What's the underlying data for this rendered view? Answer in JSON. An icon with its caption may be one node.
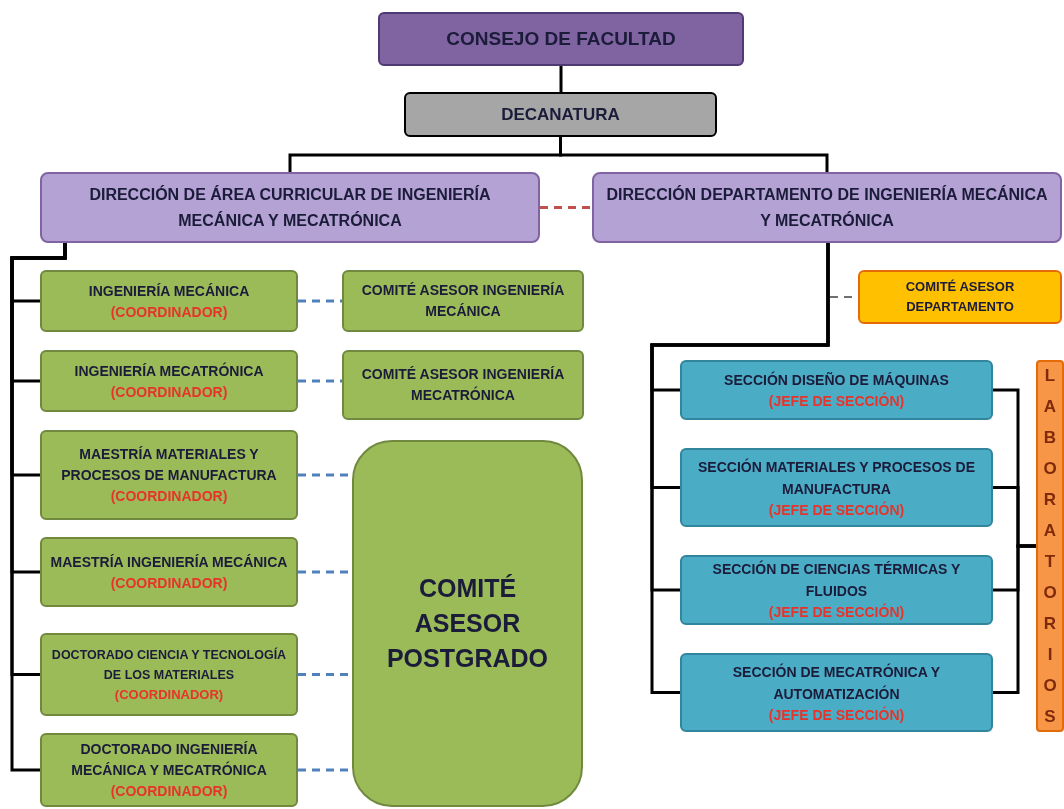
{
  "diagram": {
    "nodes": [
      {
        "text": [
          "CONSEJO DE FACULTAD"
        ]
      },
      {
        "text": [
          "DECANATURA"
        ]
      },
      {
        "text": [
          "DIRECCIÓN DE ÁREA CURRICULAR DE INGENIERÍA MECÁNICA Y MECATRÓNICA"
        ]
      },
      {
        "text": [
          "DIRECCIÓN DEPARTAMENTO DE INGENIERÍA MECÁNICA Y MECATRÓNICA"
        ]
      },
      {
        "text": [
          "INGENIERÍA MECÁNICA",
          "(COORDINADOR)"
        ]
      },
      {
        "text": [
          "COMITÉ ASESOR INGENIERÍA MECÁNICA"
        ]
      },
      {
        "text": [
          "INGENIERÍA MECATRÓNICA",
          "(COORDINADOR)"
        ]
      },
      {
        "text": [
          "COMITÉ ASESOR INGENIERÍA MECATRÓNICA"
        ]
      },
      {
        "text": [
          "MAESTRÍA MATERIALES Y PROCESOS DE MANUFACTURA",
          "(COORDINADOR)"
        ]
      },
      {
        "text": [
          "MAESTRÍA INGENIERÍA MECÁNICA",
          "(COORDINADOR)"
        ]
      },
      {
        "text": [
          "DOCTORADO CIENCIA Y TECNOLOGÍA DE LOS MATERIALES",
          "(COORDINADOR)"
        ]
      },
      {
        "text": [
          "DOCTORADO INGENIERÍA MECÁNICA Y MECATRÓNICA",
          "(COORDINADOR)"
        ]
      },
      {
        "text": [
          "COMITÉ ASESOR POSTGRADO"
        ]
      },
      {
        "text": [
          "COMITÉ ASESOR DEPARTAMENTO"
        ]
      },
      {
        "text": [
          "SECCIÓN DISEÑO DE MÁQUINAS",
          "(JEFE DE SECCIÓN)"
        ]
      },
      {
        "text": [
          "SECCIÓN MATERIALES Y PROCESOS DE MANUFACTURA",
          "(JEFE DE SECCIÓN)"
        ]
      },
      {
        "text": [
          "SECCIÓN DE CIENCIAS TÉRMICAS Y FLUIDOS",
          "(JEFE DE SECCIÓN)"
        ]
      },
      {
        "text": [
          "SECCIÓN DE MECATRÓNICA Y AUTOMATIZACIÓN",
          "(JEFE DE SECCIÓN)"
        ]
      },
      {
        "text": [
          "LABORATORIOS"
        ]
      }
    ],
    "edges": [
      {
        "from": 0,
        "to": 1,
        "arrow": "none"
      },
      {
        "from": 1,
        "to": 2,
        "arrow": "none"
      },
      {
        "from": 1,
        "to": 3,
        "arrow": "none"
      },
      {
        "from": 2,
        "to": 3,
        "arrow": "none",
        "style": "dashed",
        "color": "#c0504d"
      },
      {
        "from": 2,
        "to": 4,
        "arrow": "none"
      },
      {
        "from": 2,
        "to": 6,
        "arrow": "none"
      },
      {
        "from": 2,
        "to": 8,
        "arrow": "none"
      },
      {
        "from": 2,
        "to": 9,
        "arrow": "none"
      },
      {
        "from": 2,
        "to": 10,
        "arrow": "none"
      },
      {
        "from": 2,
        "to": 11,
        "arrow": "none"
      },
      {
        "from": 4,
        "to": 5,
        "arrow": "none",
        "style": "dashed",
        "color": "#4f81bd"
      },
      {
        "from": 6,
        "to": 7,
        "arrow": "none",
        "style": "dashed",
        "color": "#4f81bd"
      },
      {
        "from": 8,
        "to": 12,
        "arrow": "none",
        "style": "dashed",
        "color": "#4f81bd"
      },
      {
        "from": 9,
        "to": 12,
        "arrow": "none",
        "style": "dashed",
        "color": "#4f81bd"
      },
      {
        "from": 10,
        "to": 12,
        "arrow": "none",
        "style": "dashed",
        "color": "#4f81bd"
      },
      {
        "from": 11,
        "to": 12,
        "arrow": "none",
        "style": "dashed",
        "color": "#4f81bd"
      },
      {
        "from": 3,
        "to": 13,
        "arrow": "none",
        "style": "dashed"
      },
      {
        "from": 3,
        "to": 14,
        "arrow": "none"
      },
      {
        "from": 3,
        "to": 15,
        "arrow": "none"
      },
      {
        "from": 3,
        "to": 16,
        "arrow": "none"
      },
      {
        "from": 3,
        "to": 17,
        "arrow": "none"
      },
      {
        "from": 14,
        "to": 18,
        "arrow": "none"
      },
      {
        "from": 15,
        "to": 18,
        "arrow": "none"
      },
      {
        "from": 16,
        "to": 18,
        "arrow": "none"
      },
      {
        "from": 17,
        "to": 18,
        "arrow": "none"
      }
    ]
  }
}
